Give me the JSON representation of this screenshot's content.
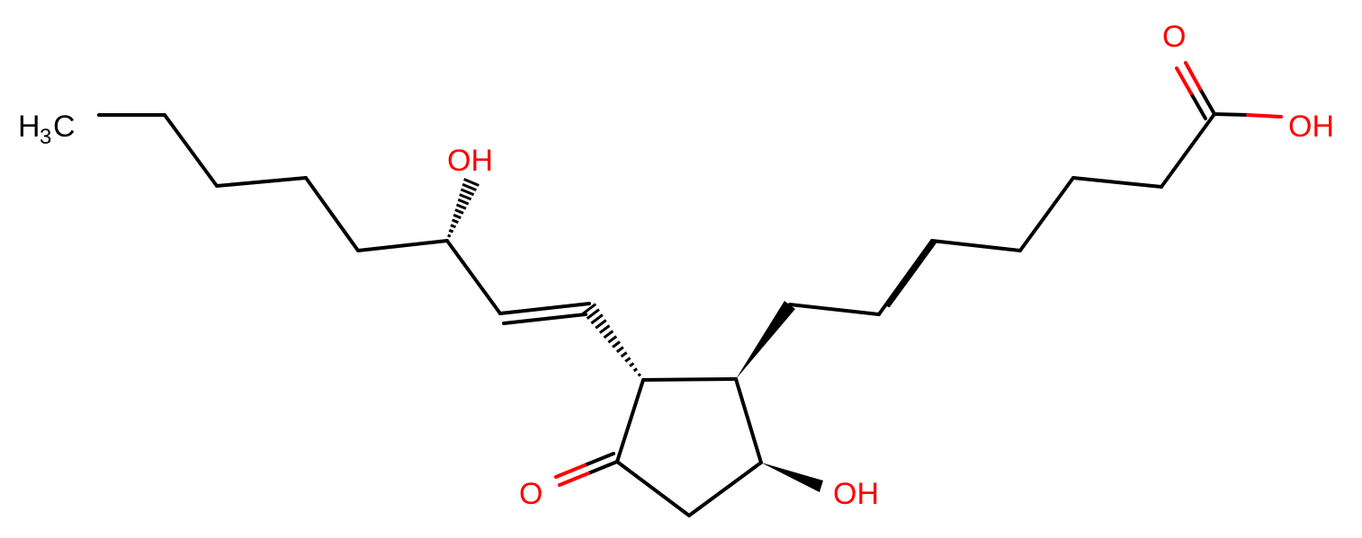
{
  "molecule": {
    "colors": {
      "carbon": "#000000",
      "oxygen": "#ff0000",
      "background": "#ffffff"
    },
    "labels": {
      "methyl_main": "H",
      "methyl_sub": "3",
      "methyl_tail": "C",
      "side_chain_hydroxyl": "OH",
      "ketone_oxygen": "O",
      "ring_hydroxyl": "OH",
      "carbonyl_oxygen": "O",
      "acid_hydroxyl": "OH"
    }
  }
}
